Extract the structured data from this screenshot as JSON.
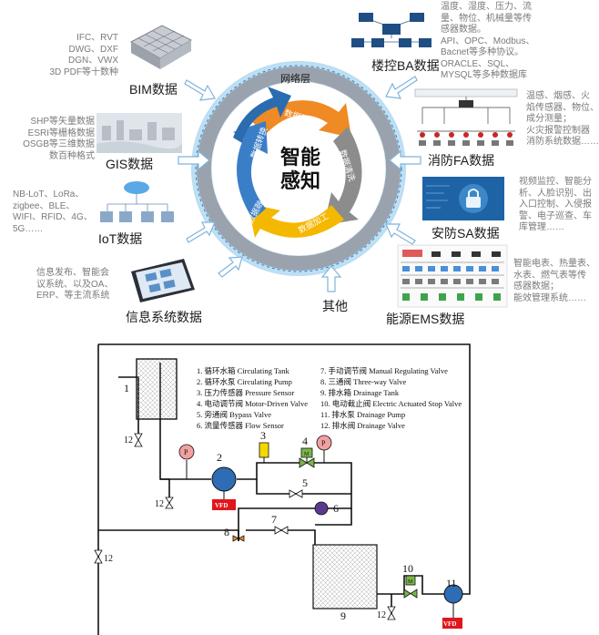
{
  "perception": {
    "center_title": [
      "智能",
      "感知"
    ],
    "network_layer": "网络层",
    "cycle_labels": [
      "数据配置",
      "数据清洗",
      "数据加工",
      "数据融合",
      "数据转换"
    ],
    "other": "其他",
    "sources": {
      "bim": {
        "title": "BIM数据",
        "lines": [
          "IFC、RVT",
          "DWG、DXF",
          "DGN、VWX",
          "3D PDF等十数种"
        ]
      },
      "gis": {
        "title": "GIS数据",
        "lines": [
          "SHP等矢量数据",
          "ESRI等栅格数据",
          "OSGB等三维数据",
          "数百种格式"
        ]
      },
      "iot": {
        "title": "IoT数据",
        "lines": [
          "NB-LoT、LoRa、",
          "zigbee、BLE、",
          "WIFI、RFID、4G、",
          "5G……"
        ]
      },
      "info": {
        "title": "信息系统数据",
        "lines": [
          "信息发布、智能会",
          "议系统、以及OA、",
          "ERP、等主流系统"
        ]
      },
      "ba": {
        "title": "楼控BA数据",
        "lines": [
          "温度、湿度、压力、流",
          "量、物位、机械量等传",
          "感器数据。",
          "API、OPC、Modbus、",
          "Bacnet等多种协议。",
          "ORACLE、SQL、",
          "MYSQL等多种数据库"
        ]
      },
      "fa": {
        "title": "消防FA数据",
        "lines": [
          "温感、烟感、火",
          "焰传感器、物位、",
          "成分测量；",
          "火灾报警控制器",
          "消防系统数据……"
        ]
      },
      "sa": {
        "title": "安防SA数据",
        "lines": [
          "视频监控、智能分",
          "析、人脸识别、出",
          "入口控制、入侵报",
          "警、电子巡查、车",
          "库管理……"
        ]
      },
      "ems": {
        "title": "能源EMS数据",
        "lines": [
          "智能电表、热量表、",
          "水表、燃气表等传",
          "感器数据；",
          "能效管理系统……"
        ]
      }
    }
  },
  "schematic": {
    "legend_left": [
      "1. 循环水箱 Circulating Tank",
      "2. 循环水泵 Circulating Pump",
      "3. 压力传感器 Pressure Sensor",
      "4. 电动调节阀 Motor-Driven Valve",
      "5. 旁通阀 Bypass Valve",
      "6. 流量传感器 Flow Sensor"
    ],
    "legend_right": [
      "7. 手动调节阀 Manual Regulating Valve",
      "8. 三通阀 Three-way Valve",
      "9. 排水箱 Drainage Tank",
      "10. 电动截止阀 Electric Actuated Stop Valve",
      "11. 排水泵 Drainage Pump",
      "12. 排水阀 Drainage Valve"
    ],
    "labels": {
      "n1": "1",
      "n2": "2",
      "n3": "3",
      "n4": "4",
      "n5": "5",
      "n6": "6",
      "n7": "7",
      "n8": "8",
      "n9": "9",
      "n10": "10",
      "n11": "11",
      "n12a": "12",
      "n12b": "12",
      "n12c": "12",
      "n12d": "12"
    },
    "p_mark": "P",
    "m_mark": "M",
    "vfd": "VFD"
  },
  "colors": {
    "ring_gray": "#9aa3ad",
    "ring_blue": "#c9e6f7",
    "arrow_orange": "#f08a24",
    "arrow_gray": "#8c8c8c",
    "arrow_yellow": "#f5b800",
    "arrow_blue": "#3a7ec8",
    "arrow_navy": "#2b6cb0",
    "red_device": "#e0161b",
    "pink_gauge": "#f2a0a0",
    "valve_green": "#7ab648",
    "sensor_yellow": "#f5d800"
  }
}
